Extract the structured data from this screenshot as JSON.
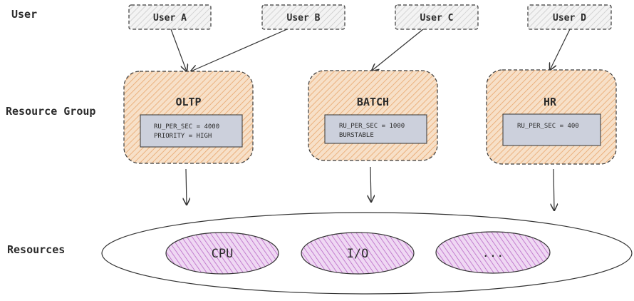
{
  "rows": {
    "user_label": "User",
    "group_label": "Resource Group",
    "resources_label": "Resources"
  },
  "users": [
    {
      "label": "User A"
    },
    {
      "label": "User B"
    },
    {
      "label": "User C"
    },
    {
      "label": "User D"
    }
  ],
  "groups": [
    {
      "title": "OLTP",
      "lines": [
        "RU_PER_SEC = 4000",
        "PRIORITY = HIGH"
      ]
    },
    {
      "title": "BATCH",
      "lines": [
        "RU_PER_SEC = 1000",
        "BURSTABLE"
      ]
    },
    {
      "title": "HR",
      "lines": [
        "RU_PER_SEC = 400"
      ]
    }
  ],
  "resources": [
    {
      "label": "CPU"
    },
    {
      "label": "I/O"
    },
    {
      "label": "..."
    }
  ],
  "mappings": [
    {
      "user": "User A",
      "group": "OLTP"
    },
    {
      "user": "User B",
      "group": "OLTP"
    },
    {
      "user": "User C",
      "group": "BATCH"
    },
    {
      "user": "User D",
      "group": "HR"
    }
  ],
  "colors": {
    "user_fill": "#e6e6e6",
    "group_fill": "#f6ddc3",
    "group_hatch": "#e8a66c",
    "config_fill": "#ccd0dc",
    "resource_fill": "#ecd2f0",
    "resource_hatch": "#b560c4",
    "stroke": "#333333"
  }
}
